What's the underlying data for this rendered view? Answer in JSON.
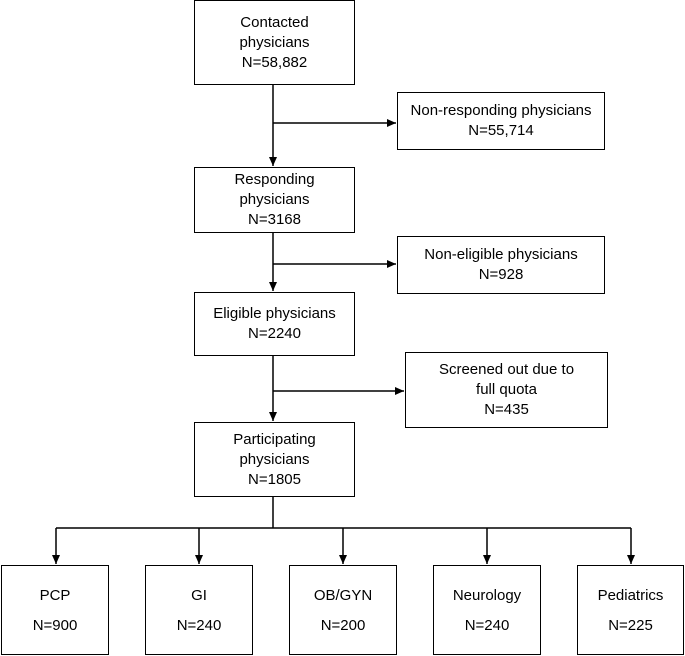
{
  "main_flow": [
    {
      "id": "contacted",
      "lines": [
        "Contacted",
        "physicians",
        "N=58,882"
      ]
    },
    {
      "id": "responding",
      "lines": [
        "Responding",
        "physicians",
        "N=3168"
      ]
    },
    {
      "id": "eligible",
      "lines": [
        "Eligible physicians",
        "N=2240"
      ]
    },
    {
      "id": "participating",
      "lines": [
        "Participating",
        "physicians",
        "N=1805"
      ]
    }
  ],
  "exclusions": [
    {
      "id": "non-responding",
      "lines": [
        "Non-responding physicians",
        "N=55,714"
      ]
    },
    {
      "id": "non-eligible",
      "lines": [
        "Non-eligible physicians",
        "N=928"
      ]
    },
    {
      "id": "screened-out",
      "lines": [
        "Screened out due to",
        "full quota",
        "N=435"
      ]
    }
  ],
  "specialties": [
    {
      "id": "pcp",
      "name": "PCP",
      "n": "N=900"
    },
    {
      "id": "gi",
      "name": "GI",
      "n": "N=240"
    },
    {
      "id": "obgyn",
      "name": "OB/GYN",
      "n": "N=200"
    },
    {
      "id": "neurology",
      "name": "Neurology",
      "n": "N=240"
    },
    {
      "id": "pediatrics",
      "name": "Pediatrics",
      "n": "N=225"
    }
  ]
}
